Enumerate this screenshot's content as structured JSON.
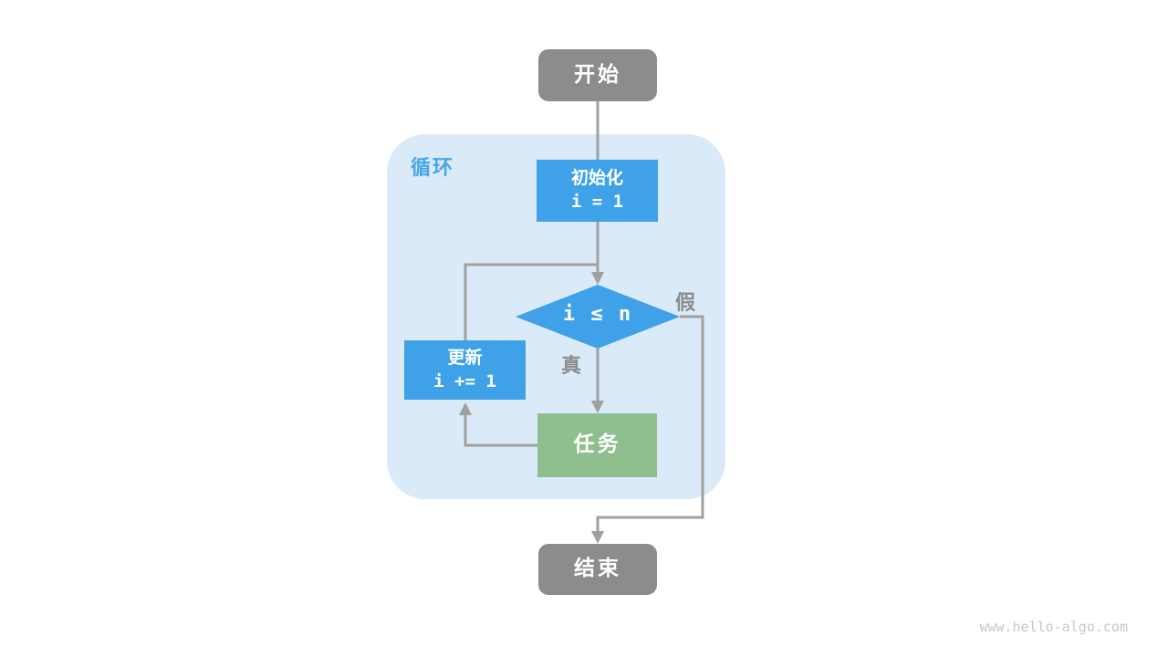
{
  "diagram": {
    "loop_label": "循环",
    "nodes": {
      "start": {
        "label": "开始"
      },
      "init": {
        "line1": "初始化",
        "line2": "i = 1"
      },
      "condition": {
        "label": "i ≤ n"
      },
      "update": {
        "line1": "更新",
        "line2": "i += 1"
      },
      "task": {
        "label": "任务"
      },
      "end": {
        "label": "结束"
      }
    },
    "edge_labels": {
      "true_branch": "真",
      "false_branch": "假"
    },
    "watermark": "www.hello-algo.com"
  },
  "colors": {
    "node_gray": "#8C8C8C",
    "node_blue": "#3FA1E8",
    "node_green": "#8FBF8F",
    "loop_bg": "#DBEAF8",
    "loop_label_blue": "#47A6E8",
    "connector_gray": "#A0A0A0",
    "edge_label_gray": "#8C8C8C",
    "watermark_gray": "#C8C8C8",
    "text_white": "#FFFFFF"
  }
}
